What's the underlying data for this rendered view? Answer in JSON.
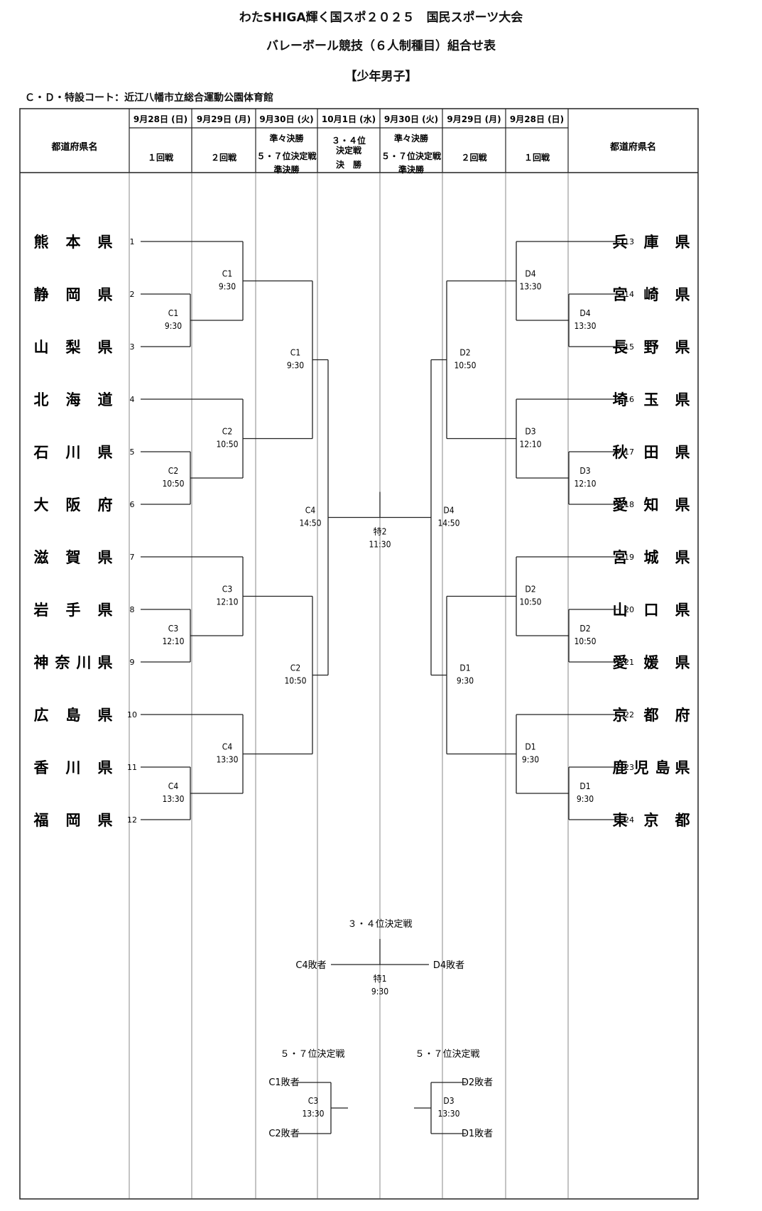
{
  "header": {
    "title_line1": "わたSHIGA輝く国スポ２０２５　国民スポーツ大会",
    "title_line2": "バレーボール競技（６人制種目）組合せ表",
    "title_line3": "【少年男子】",
    "venue": "Ｃ・Ｄ・特設コート：近江八幡市立総合運動公園体育館"
  },
  "table_header": {
    "pref_col_left": "都道府県名",
    "pref_col_right": "都道府県名",
    "columns": [
      {
        "date": "9月28日 (日)",
        "rounds": [
          "１回戦"
        ]
      },
      {
        "date": "9月29日 (月)",
        "rounds": [
          "２回戦"
        ]
      },
      {
        "date": "9月30日 (火)",
        "rounds": [
          "準々決勝",
          "５・７位決定戦",
          "準決勝"
        ]
      },
      {
        "date": "10月1日 (水)",
        "rounds": [
          "３・４位",
          "決定戦",
          "決　勝"
        ]
      },
      {
        "date": "9月30日 (火)",
        "rounds": [
          "準々決勝",
          "５・７位決定戦",
          "準決勝"
        ]
      },
      {
        "date": "9月29日 (月)",
        "rounds": [
          "２回戦"
        ]
      },
      {
        "date": "9月28日 (日)",
        "rounds": [
          "１回戦"
        ]
      }
    ]
  },
  "teams_left": [
    {
      "seed": "1",
      "name": [
        "熊",
        "本",
        "県"
      ]
    },
    {
      "seed": "2",
      "name": [
        "静",
        "岡",
        "県"
      ]
    },
    {
      "seed": "3",
      "name": [
        "山",
        "梨",
        "県"
      ]
    },
    {
      "seed": "4",
      "name": [
        "北",
        "海",
        "道"
      ]
    },
    {
      "seed": "5",
      "name": [
        "石",
        "川",
        "県"
      ]
    },
    {
      "seed": "6",
      "name": [
        "大",
        "阪",
        "府"
      ]
    },
    {
      "seed": "7",
      "name": [
        "滋",
        "賀",
        "県"
      ]
    },
    {
      "seed": "8",
      "name": [
        "岩",
        "手",
        "県"
      ]
    },
    {
      "seed": "9",
      "name": [
        "神",
        "奈",
        "川",
        "県"
      ]
    },
    {
      "seed": "10",
      "name": [
        "広",
        "島",
        "県"
      ]
    },
    {
      "seed": "11",
      "name": [
        "香",
        "川",
        "県"
      ]
    },
    {
      "seed": "12",
      "name": [
        "福",
        "岡",
        "県"
      ]
    }
  ],
  "teams_right": [
    {
      "seed": "13",
      "name": [
        "兵",
        "庫",
        "県"
      ]
    },
    {
      "seed": "14",
      "name": [
        "宮",
        "崎",
        "県"
      ]
    },
    {
      "seed": "15",
      "name": [
        "長",
        "野",
        "県"
      ]
    },
    {
      "seed": "16",
      "name": [
        "埼",
        "玉",
        "県"
      ]
    },
    {
      "seed": "17",
      "name": [
        "秋",
        "田",
        "県"
      ]
    },
    {
      "seed": "18",
      "name": [
        "愛",
        "知",
        "県"
      ]
    },
    {
      "seed": "19",
      "name": [
        "宮",
        "城",
        "県"
      ]
    },
    {
      "seed": "20",
      "name": [
        "山",
        "口",
        "県"
      ]
    },
    {
      "seed": "21",
      "name": [
        "愛",
        "媛",
        "県"
      ]
    },
    {
      "seed": "22",
      "name": [
        "京",
        "都",
        "府"
      ]
    },
    {
      "seed": "23",
      "name": [
        "鹿",
        "児",
        "島",
        "県"
      ]
    },
    {
      "seed": "24",
      "name": [
        "東",
        "京",
        "都"
      ]
    }
  ],
  "matches": {
    "left_r1": [
      {
        "court": "C1",
        "time": "9:30"
      },
      {
        "court": "C2",
        "time": "10:50"
      },
      {
        "court": "C3",
        "time": "12:10"
      },
      {
        "court": "C4",
        "time": "13:30"
      }
    ],
    "left_r2": [
      {
        "court": "C1",
        "time": "9:30"
      },
      {
        "court": "C2",
        "time": "10:50"
      },
      {
        "court": "C3",
        "time": "12:10"
      },
      {
        "court": "C4",
        "time": "13:30"
      }
    ],
    "left_qf": [
      {
        "court": "C1",
        "time": "9:30"
      },
      {
        "court": "C2",
        "time": "10:50"
      }
    ],
    "left_sf": {
      "court": "C4",
      "time": "14:50"
    },
    "right_r1": [
      {
        "court": "D4",
        "time": "13:30"
      },
      {
        "court": "D3",
        "time": "12:10"
      },
      {
        "court": "D2",
        "time": "10:50"
      },
      {
        "court": "D1",
        "time": "9:30"
      }
    ],
    "right_r2": [
      {
        "court": "D4",
        "time": "13:30"
      },
      {
        "court": "D3",
        "time": "12:10"
      },
      {
        "court": "D2",
        "time": "10:50"
      },
      {
        "court": "D1",
        "time": "9:30"
      }
    ],
    "right_qf": [
      {
        "court": "D2",
        "time": "10:50"
      },
      {
        "court": "D1",
        "time": "9:30"
      }
    ],
    "right_sf": {
      "court": "D4",
      "time": "14:50"
    },
    "final": {
      "court": "特2",
      "time": "11:30"
    }
  },
  "third_place": {
    "title": "３・４位決定戦",
    "left": "C4敗者",
    "right": "D4敗者",
    "court": "特1",
    "time": "9:30"
  },
  "fifth_place_left": {
    "title": "５・７位決定戦",
    "top": "C1敗者",
    "bottom": "C2敗者",
    "court": "C3",
    "time": "13:30"
  },
  "fifth_place_right": {
    "title": "５・７位決定戦",
    "top": "D2敗者",
    "bottom": "D1敗者",
    "court": "D3",
    "time": "13:30"
  }
}
